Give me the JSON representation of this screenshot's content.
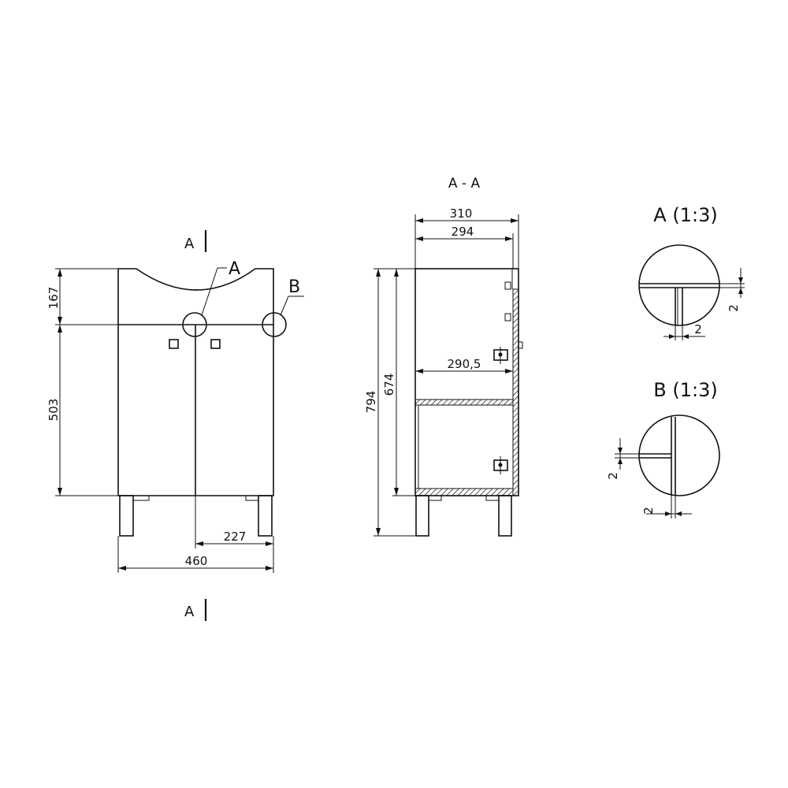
{
  "front_view": {
    "section_mark": "A",
    "detail_a": "A",
    "detail_b": "B",
    "dim_top": "167",
    "dim_body": "503",
    "dim_half": "227",
    "dim_width": "460"
  },
  "side_view": {
    "title": "A - A",
    "dim_outer_depth": "310",
    "dim_inner_depth": "294",
    "dim_shelf_depth": "290,5",
    "dim_total_height": "794",
    "dim_body_height": "674"
  },
  "detail_views": {
    "a_title": "A (1:3)",
    "a_dim_v": "2",
    "a_dim_h": "2",
    "b_title": "B (1:3)",
    "b_dim_v": "2",
    "b_dim_h": "2"
  }
}
